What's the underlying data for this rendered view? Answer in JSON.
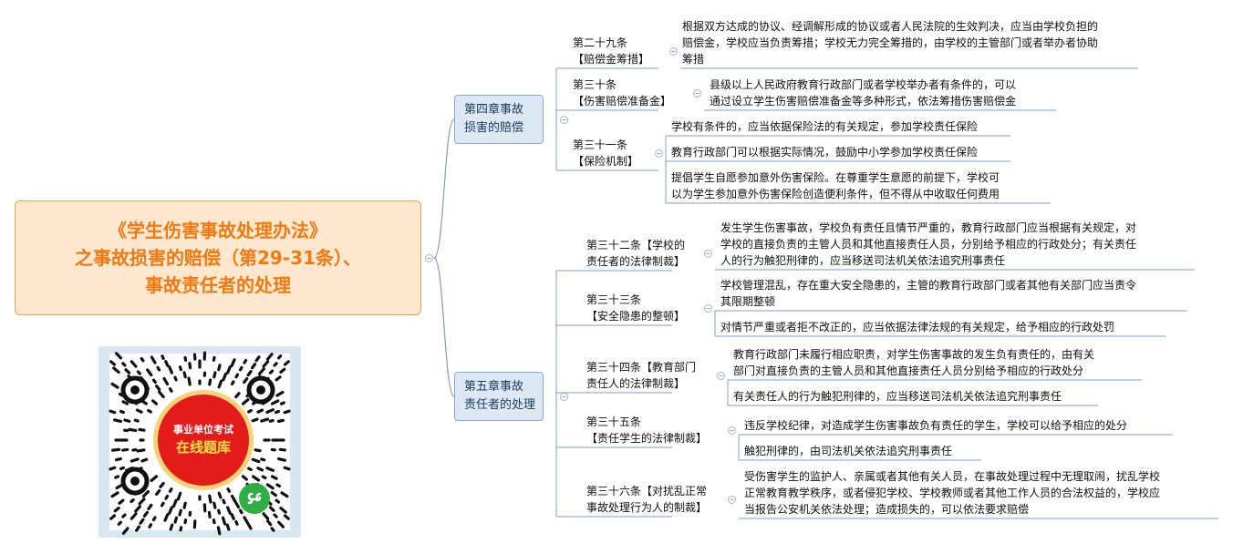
{
  "root": {
    "title_lines": [
      "《学生伤害事故处理办法》",
      "之事故损害的赔偿（第29-31条）、",
      "事故责任者的处理"
    ]
  },
  "chapters": [
    {
      "lines": [
        "第四章事故",
        "损害的赔偿"
      ],
      "articles": [
        {
          "lines": [
            "第二十九条",
            "【赔偿金筹措】"
          ],
          "items": [
            [
              "根据双方达成的协议、经调解形成的协议或者人民法院的生效判决，应当由学校负担的",
              "赔偿金，学校应当负责筹措；学校无力完全筹措的，由学校的主管部门或者举办者协助",
              "筹措"
            ]
          ]
        },
        {
          "lines": [
            "第三十条",
            "【伤害赔偿准备金】"
          ],
          "items": [
            [
              "县级以上人民政府教育行政部门或者学校举办者有条件的，可以",
              "通过设立学生伤害赔偿准备金等多种形式，依法筹措伤害赔偿金"
            ]
          ]
        },
        {
          "lines": [
            "第三十一条",
            "【保险机制】"
          ],
          "items": [
            [
              "学校有条件的，应当依据保险法的有关规定，参加学校责任保险"
            ],
            [
              "教育行政部门可以根据实际情况，鼓励中小学参加学校责任保险"
            ],
            [
              "提倡学生自愿参加意外伤害保险。在尊重学生意愿的前提下，学校可",
              "以为学生参加意外伤害保险创造便利条件，但不得从中收取任何费用"
            ]
          ]
        }
      ]
    },
    {
      "lines": [
        "第五章事故",
        "责任者的处理"
      ],
      "articles": [
        {
          "lines": [
            "第三十二条【学校的",
            "责任者的法律制裁】"
          ],
          "items": [
            [
              "发生学生伤害事故，学校负有责任且情节严重的，教育行政部门应当根据有关规定，对",
              "学校的直接负责的主管人员和其他直接责任人员，分别给予相应的行政处分；有关责任",
              "人的行为触犯刑律的，应当移送司法机关依法追究刑事责任"
            ]
          ]
        },
        {
          "lines": [
            "第三十三条",
            "【安全隐患的整顿】"
          ],
          "items": [
            [
              "学校管理混乱，存在重大安全隐患的，主管的教育行政部门或者其他有关部门应当责令",
              "其限期整顿"
            ],
            [
              "对情节严重或者拒不改正的，应当依据法律法规的有关规定，给予相应的行政处罚"
            ]
          ]
        },
        {
          "lines": [
            "第三十四条【教育部门",
            "责任人的法律制裁】"
          ],
          "items": [
            [
              "教育行政部门未履行相应职责，对学生伤害事故的发生负有责任的，由有关",
              "部门对直接负责的主管人员和其他直接责任人员分别给予相应的行政处分"
            ],
            [
              "有关责任人的行为触犯刑律的，应当移送司法机关依法追究刑事责任"
            ]
          ]
        },
        {
          "lines": [
            "第三十五条",
            "【责任学生的法律制裁】"
          ],
          "items": [
            [
              "违反学校纪律，对造成学生伤害事故负有责任的学生，学校可以给予相应的处分"
            ],
            [
              "触犯刑律的，由司法机关依法追究刑事责任"
            ]
          ]
        },
        {
          "lines": [
            "第三十六条【对扰乱正常",
            "事故处理行为人的制裁】"
          ],
          "items": [
            [
              "受伤害学生的监护人、亲属或者其他有关人员，在事故处理过程中无理取闹，扰乱学校",
              "正常教育教学秩序，或者侵犯学校、学校教师或者其他工作人员的合法权益的，学校应",
              "当报告公安机关依法处理；造成损失的，可以依法要求赔偿"
            ]
          ]
        }
      ]
    }
  ],
  "toggle_symbol": "−",
  "qr": {
    "badge_line1": "事业单位考试",
    "badge_line2": "在线题库",
    "wechat_icon": "wechat-miniprogram-icon"
  },
  "colors": {
    "root_text": "#f07a12",
    "root_fill": "#fde7cf",
    "chapter_fill": "#dde8f5",
    "line": "#7f9cc0",
    "badge_red": "#e41b1b"
  }
}
